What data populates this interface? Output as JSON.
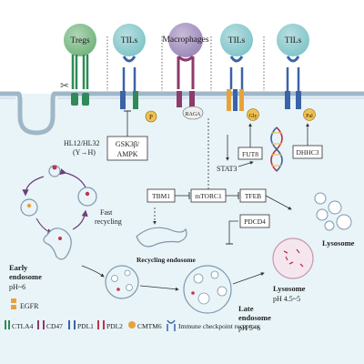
{
  "cells": {
    "tregs": "Tregs",
    "tils_1": "TILs",
    "macrophages": "Macrophages",
    "tils_2": "TILs",
    "tils_3": "TILs"
  },
  "labels": {
    "hl12": "HL12/HL32",
    "y_to_h": "(Y→H)",
    "p": "P",
    "raga": "RAGA",
    "gly": "Gly",
    "pal": "Pal",
    "gsk3b": "GSK3β/",
    "ampk": "AMPK",
    "fut8": "FUT8",
    "stat3": "STAT3",
    "dhhc3": "DHHC3",
    "tbm1": "TBM1",
    "mtorc1": "mTORC1",
    "tfeb": "TFEB",
    "pdcd4": "PDCD4",
    "fast": "Fast",
    "recycling": "recycling",
    "recycling_endosome": "Recycling endosome",
    "early": "Early",
    "endosome": "endosome",
    "early_ph": "pH~6",
    "lysosome_right": "Lysosome",
    "lysosome": "Lysosome",
    "lysosome_ph": "pH 4.5~5",
    "late": "Late",
    "late_endosome": "endosome",
    "late_ph": "pH 5~6"
  },
  "legend": {
    "egfr": "EGFR",
    "ctla4": "CTLA4",
    "cd47": "CD47",
    "pdl1": "PDL1",
    "pdl2": "PDL2",
    "cmtm6": "CMTM6",
    "icr": "Immune checkpoint receptors"
  },
  "colors": {
    "tregs": "#6fb37a",
    "tils": "#7ec4c8",
    "macrophages": "#9a86b8",
    "cytoplasm": "#e9f4f8",
    "membrane": "#9fb7c7",
    "ctla4": "#2e8b57",
    "cd47": "#8e3a6a",
    "pdl1": "#3a63a8",
    "pdl2": "#c0334f",
    "cmtm6": "#e8a23c"
  }
}
